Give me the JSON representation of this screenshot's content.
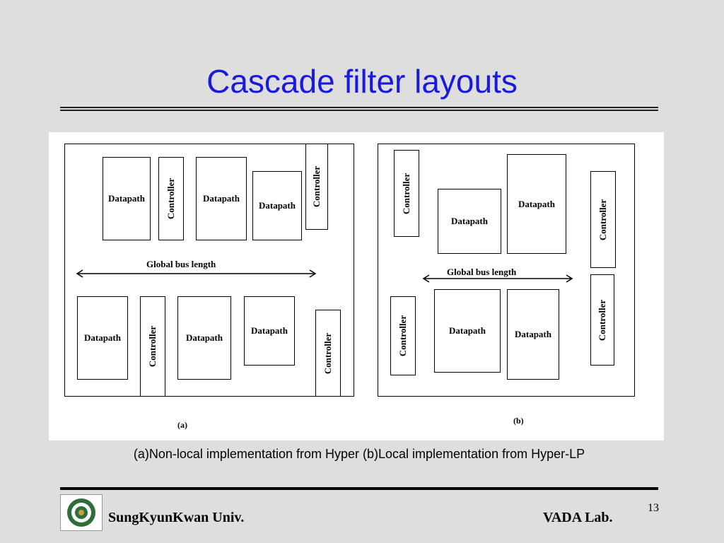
{
  "slide": {
    "title": "Cascade filter layouts",
    "caption": "(a)Non-local implementation from Hyper (b)Local implementation from Hyper-LP",
    "page_number": "13"
  },
  "figure": {
    "bus_label": "Global bus length",
    "datapath": "Datapath",
    "controller": "Controller",
    "label_a": "(a)",
    "label_b": "(b)"
  },
  "footer": {
    "left": "SungKyunKwan Univ.",
    "right": "VADA Lab."
  },
  "colors": {
    "title": "#1a1adf",
    "background": "#dedede"
  },
  "icons": {
    "logo": "university-seal-icon"
  }
}
